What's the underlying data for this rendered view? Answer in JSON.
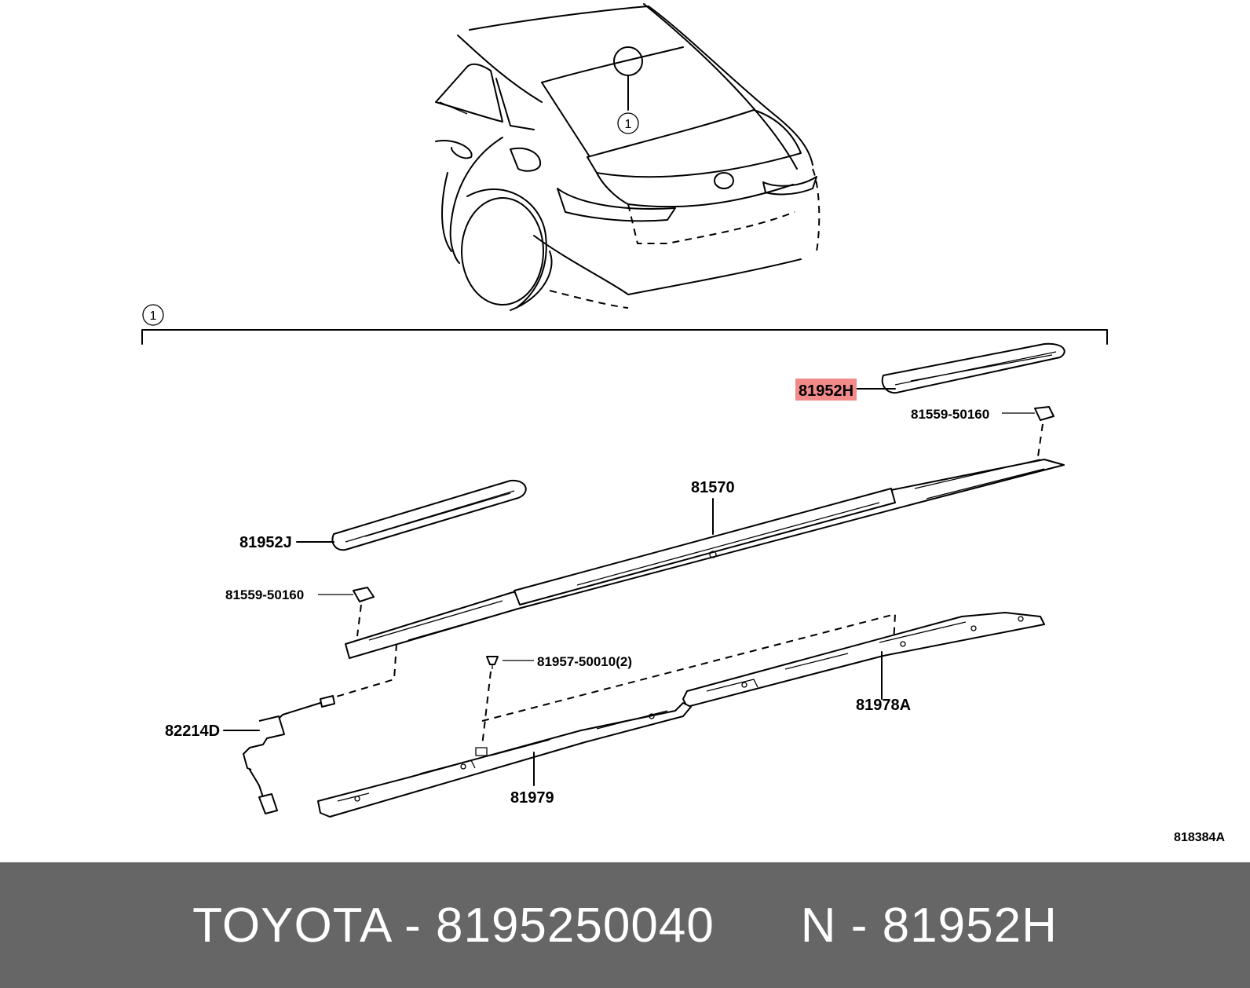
{
  "diagram": {
    "callout_number": "1",
    "figure_code": "818384A",
    "parts": [
      {
        "id": "81952H",
        "label": "81952H",
        "highlighted": true
      },
      {
        "id": "81559-50160-right",
        "label": "81559-50160"
      },
      {
        "id": "81570",
        "label": "81570"
      },
      {
        "id": "81952J",
        "label": "81952J"
      },
      {
        "id": "81559-50160-left",
        "label": "81559-50160"
      },
      {
        "id": "81957-50010",
        "label": "81957-50010(2)"
      },
      {
        "id": "82214D",
        "label": "82214D"
      },
      {
        "id": "81978A",
        "label": "81978A"
      },
      {
        "id": "81979",
        "label": "81979"
      }
    ],
    "highlight_color": "#f28a8a"
  },
  "caption": {
    "brand_part": "TOYOTA - 8195250040",
    "ref": "N - 81952H",
    "background_color": "#666666",
    "text_color": "#ffffff"
  }
}
